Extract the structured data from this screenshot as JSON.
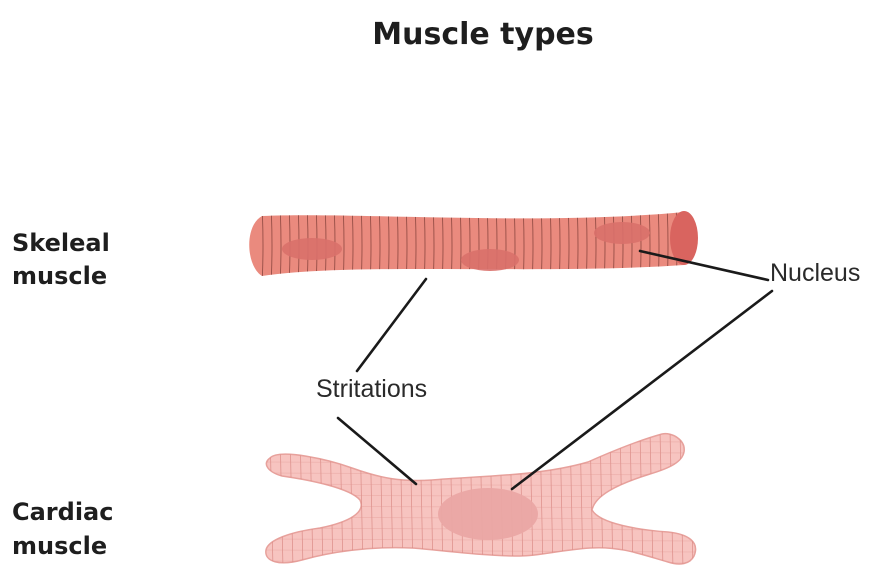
{
  "title": "Muscle types",
  "rows": {
    "skeletal": {
      "label_line1": "Skeleal",
      "label_line2": "muscle"
    },
    "cardiac": {
      "label_line1": "Cardiac",
      "label_line2": "muscle"
    }
  },
  "callouts": {
    "nucleus": "Nucleus",
    "striations": "Stritations"
  },
  "colors": {
    "skeletal_fill": "#ea8a7e",
    "skeletal_nucleus": "#d9706a",
    "cardiac_fill": "#f7c4c0",
    "cardiac_nucleus": "#eaa6a4",
    "leader": "#1a1a1a"
  }
}
